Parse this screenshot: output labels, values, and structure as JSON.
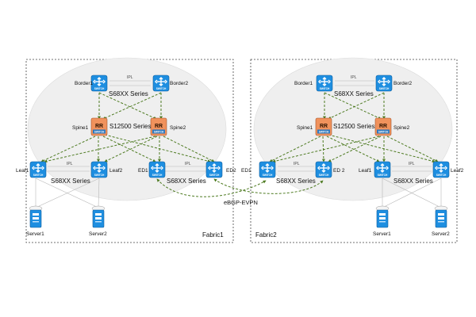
{
  "colors": {
    "switch_blue": "#1e8ee0",
    "rr_orange": "#f0925c",
    "link_green": "#4e7b22",
    "fabric_border": "#444444",
    "cloud_fill": "#ececec"
  },
  "icons": {
    "switch": "switch-icon",
    "route_reflector": "route-reflector-icon",
    "server": "server-icon"
  },
  "device_caption": "SWITCH",
  "fabric1": {
    "name": "Fabric1",
    "border1": "Border1",
    "border2": "Border2",
    "spine1": "Spine1",
    "spine2": "Spine2",
    "leaf1": "Leaf1",
    "leaf2": "Leaf2",
    "ed1": "ED1",
    "ed2": "ED2",
    "server1": "Server1",
    "server2": "Server2",
    "rr": "RR",
    "border_series": "S68XX Series",
    "spine_series": "S12500 Series",
    "leaf_series": "S68XX Series",
    "ed_series": "S68XX Series",
    "ipl": "IPL"
  },
  "fabric2": {
    "name": "Fabric2",
    "border1": "Border1",
    "border2": "Border2",
    "spine1": "Spine1",
    "spine2": "Spine2",
    "leaf1": "Leaf1",
    "leaf2": "Leaf2",
    "ed1": "ED1",
    "ed2": "ED 2",
    "server1": "Server1",
    "server2": "Server2",
    "rr": "RR",
    "border_series": "S68XX Series",
    "spine_series": "S12500 Series",
    "leaf_series": "S68XX Series",
    "ed_series": "S68XX Series",
    "ipl": "IPL"
  },
  "interconnect_label": "eBGP-EVPN"
}
